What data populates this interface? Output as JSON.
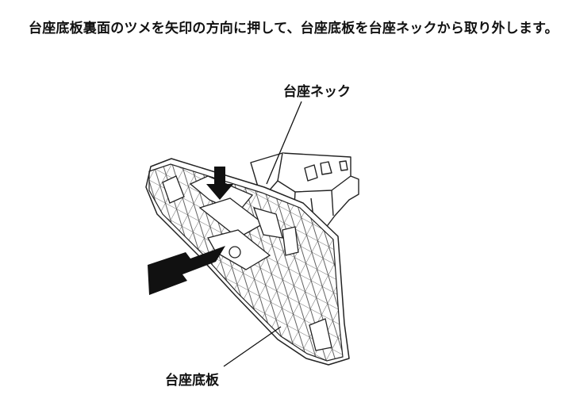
{
  "instruction": {
    "text": "台座底板裏面のツメを矢印の方向に押して、台座底板を台座ネックから取り外します。"
  },
  "labels": {
    "neck": "台座ネック",
    "base": "台座底板"
  },
  "colors": {
    "outline": "#222222",
    "arrow": "#111111",
    "background": "#ffffff"
  }
}
